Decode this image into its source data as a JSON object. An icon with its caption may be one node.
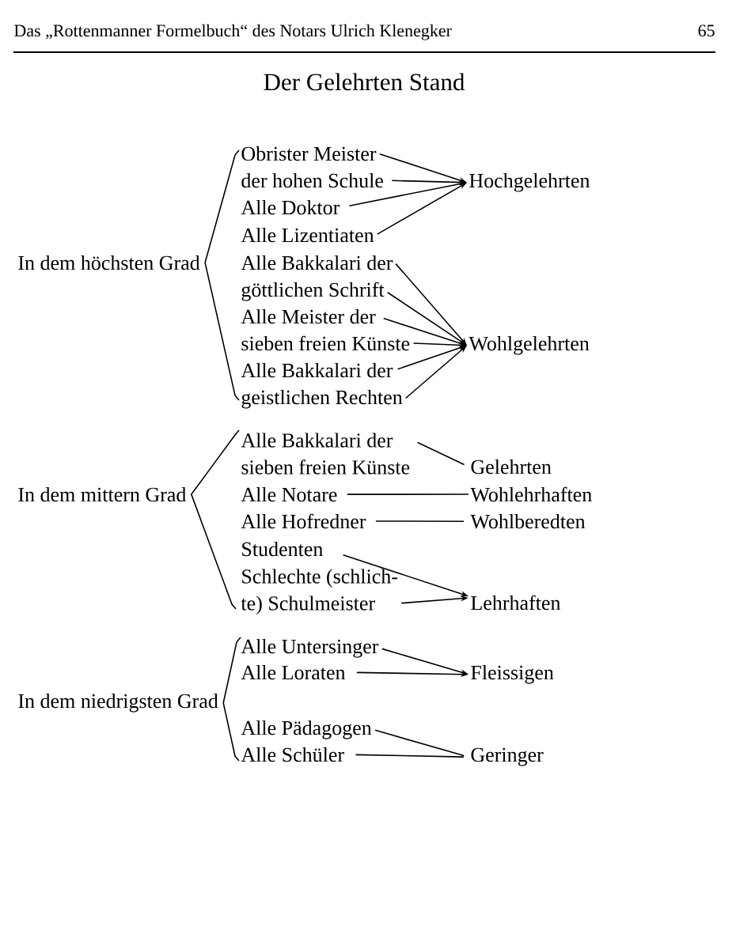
{
  "diagram": {
    "title": "Der Gelehrten Stand",
    "nodes": [
      {
        "text": [
          "In dem höchsten Grad"
        ]
      },
      {
        "text": [
          "Obrister Meister"
        ]
      },
      {
        "text": [
          "der hohen Schule"
        ]
      },
      {
        "text": [
          "Alle Doktor"
        ]
      },
      {
        "text": [
          "Alle Lizentiaten"
        ]
      },
      {
        "text": [
          "Alle Bakkalari der"
        ]
      },
      {
        "text": [
          "göttlichen Schrift"
        ]
      },
      {
        "text": [
          "Alle Meister der"
        ]
      },
      {
        "text": [
          "sieben freien Künste"
        ]
      },
      {
        "text": [
          "Alle Bakkalari der"
        ]
      },
      {
        "text": [
          "geistlichen Rechten"
        ]
      },
      {
        "text": [
          "Hochgelehrten"
        ]
      },
      {
        "text": [
          "Wohlgelehrten"
        ]
      },
      {
        "text": [
          "In dem mittern Grad"
        ]
      },
      {
        "text": [
          "Alle Bakkalari der sieben freien Künste"
        ]
      },
      {
        "text": [
          "Alle Notare"
        ]
      },
      {
        "text": [
          "Alle Hofredner"
        ]
      },
      {
        "text": [
          "Studenten"
        ]
      },
      {
        "text": [
          "Schlechte (schlich- te) Schulmeister"
        ]
      },
      {
        "text": [
          "Gelehrten"
        ]
      },
      {
        "text": [
          "Wohlehrhaften"
        ]
      },
      {
        "text": [
          "Wohlberedten"
        ]
      },
      {
        "text": [
          "Lehrhaften"
        ]
      },
      {
        "text": [
          "In dem niedrigsten Grad"
        ]
      },
      {
        "text": [
          "Alle Untersinger"
        ]
      },
      {
        "text": [
          "Alle Loraten"
        ]
      },
      {
        "text": [
          "Alle Pädagogen"
        ]
      },
      {
        "text": [
          "Alle Schüler"
        ]
      },
      {
        "text": [
          "Fleissigen"
        ]
      },
      {
        "text": [
          "Geringer"
        ]
      }
    ],
    "edges": [
      {
        "from": 1,
        "to": 11,
        "arrow": "to"
      },
      {
        "from": 2,
        "to": 11,
        "arrow": "to"
      },
      {
        "from": 3,
        "to": 11,
        "arrow": "to"
      },
      {
        "from": 4,
        "to": 11,
        "arrow": "to"
      },
      {
        "from": 5,
        "to": 12,
        "arrow": "to"
      },
      {
        "from": 6,
        "to": 12,
        "arrow": "to"
      },
      {
        "from": 7,
        "to": 12,
        "arrow": "to"
      },
      {
        "from": 8,
        "to": 12,
        "arrow": "to"
      },
      {
        "from": 9,
        "to": 12,
        "arrow": "to"
      },
      {
        "from": 10,
        "to": 12,
        "arrow": "to"
      },
      {
        "from": 14,
        "to": 19,
        "arrow": "none"
      },
      {
        "from": 15,
        "to": 20,
        "arrow": "none"
      },
      {
        "from": 16,
        "to": 21,
        "arrow": "none"
      },
      {
        "from": 17,
        "to": 22,
        "arrow": "to"
      },
      {
        "from": 18,
        "to": 22,
        "arrow": "to"
      },
      {
        "from": 24,
        "to": 28,
        "arrow": "to"
      },
      {
        "from": 25,
        "to": 28,
        "arrow": "to"
      },
      {
        "from": 26,
        "to": 29,
        "arrow": "none"
      },
      {
        "from": 27,
        "to": 29,
        "arrow": "none"
      }
    ],
    "labels": [
      "Das „Rottenmanner Formelbuch“ des Notars Ulrich Klenegker",
      "65"
    ]
  }
}
